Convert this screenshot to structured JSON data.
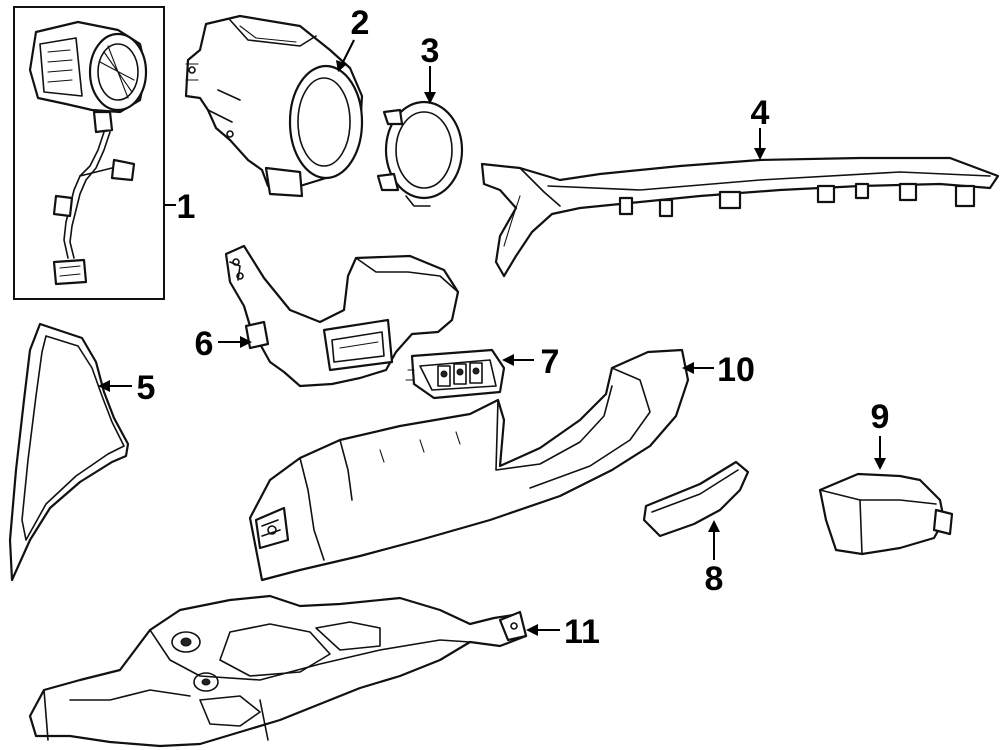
{
  "diagram": {
    "callouts": [
      {
        "id": "1",
        "label": "1"
      },
      {
        "id": "2",
        "label": "2"
      },
      {
        "id": "3",
        "label": "3"
      },
      {
        "id": "4",
        "label": "4"
      },
      {
        "id": "5",
        "label": "5"
      },
      {
        "id": "6",
        "label": "6"
      },
      {
        "id": "7",
        "label": "7"
      },
      {
        "id": "8",
        "label": "8"
      },
      {
        "id": "9",
        "label": "9"
      },
      {
        "id": "10",
        "label": "10"
      },
      {
        "id": "11",
        "label": "11"
      }
    ],
    "colors": {
      "line": "#111111",
      "background": "#ffffff"
    }
  }
}
